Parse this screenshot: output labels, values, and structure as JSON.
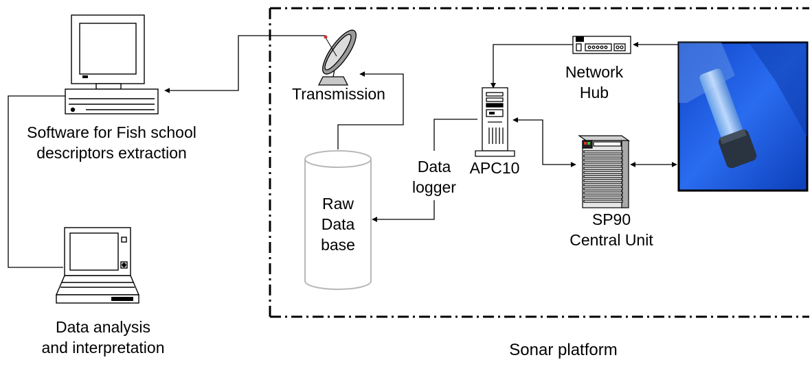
{
  "labels": {
    "software_line1": "Software for Fish school",
    "software_line2": "descriptors extraction",
    "analysis_line1": "Data analysis",
    "analysis_line2": "and interpretation",
    "transmission": "Transmission",
    "network_line1": "Network",
    "network_line2": "Hub",
    "apc10": "APC10",
    "datalogger_line1": "Data",
    "datalogger_line2": "logger",
    "rawdb_line1": "Raw",
    "rawdb_line2": "Data",
    "rawdb_line3": "base",
    "sp90_line1": "SP90",
    "sp90_line2": "Central Unit",
    "platform": "Sonar platform"
  },
  "icons": [
    "desktop-computer-icon",
    "laptop-icon",
    "satellite-dish-icon",
    "network-hub-icon",
    "server-tower-icon",
    "central-unit-server-icon",
    "database-cylinder-icon",
    "sonar-transducer-photo"
  ],
  "colors": {
    "line": "#000000",
    "photo_bg": "#1555d8",
    "cylinder_stroke": "#b8b8b8"
  }
}
